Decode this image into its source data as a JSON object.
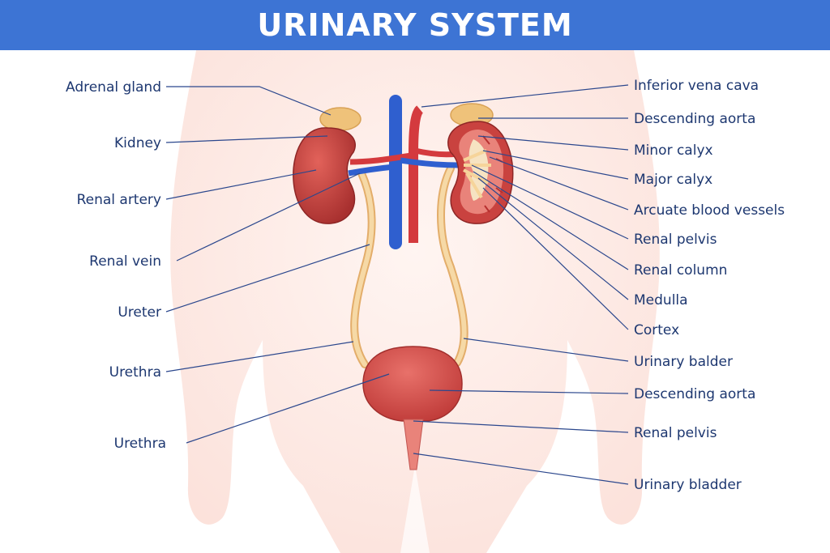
{
  "title": "URINARY SYSTEM",
  "colors": {
    "banner": "#3d74d4",
    "label_text": "#1d3770",
    "leader": "#2b478d",
    "vein": "#2f5fcf",
    "artery": "#d43a3e",
    "kidney": "#c9423f",
    "ureter": "#f1c98e",
    "adrenal": "#efc27a",
    "bladder": "#d8514d",
    "body": "#fde6e0"
  },
  "labels": {
    "left": [
      "Adrenal gland",
      "Kidney",
      "Renal artery",
      "Renal vein",
      "Ureter",
      "Urethra",
      "Urethra"
    ],
    "right": [
      "Inferior vena cava",
      "Descending aorta",
      "Minor calyx",
      "Major calyx",
      "Arcuate blood vessels",
      "Renal pelvis",
      "Renal column",
      "Medulla",
      "Cortex",
      "Urinary balder",
      "Descending aorta",
      "Renal pelvis",
      "Urinary bladder"
    ]
  }
}
